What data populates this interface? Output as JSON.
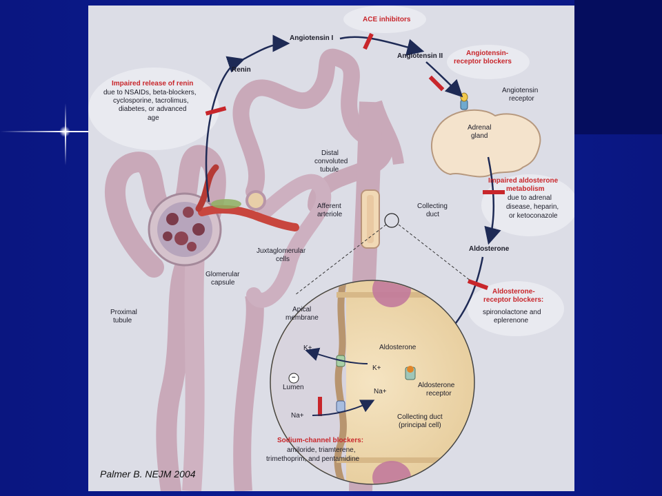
{
  "labels": {
    "ace_inhibitors": "ACE inhibitors",
    "angiotensin_i": "Angiotensin I",
    "angiotensin_ii": "Angiotensin II",
    "arb_line1": "Angiotensin-",
    "arb_line2": "receptor blockers",
    "renin": "Renin",
    "impaired_renin_title": "Impaired release of renin",
    "impaired_renin_line1": "due to NSAIDs, beta-blockers,",
    "impaired_renin_line2": "cyclosporine, tacrolimus,",
    "impaired_renin_line3": "diabetes, or advanced",
    "impaired_renin_line4": "age",
    "angiotensin_receptor_line1": "Angiotensin",
    "angiotensin_receptor_line2": "receptor",
    "adrenal_line1": "Adrenal",
    "adrenal_line2": "gland",
    "distal_line1": "Distal",
    "distal_line2": "convoluted",
    "distal_line3": "tubule",
    "impaired_aldo_line1": "Impaired aldosterone",
    "impaired_aldo_line2": "metabolism",
    "impaired_aldo_line3": "due to adrenal",
    "impaired_aldo_line4": "disease, heparin,",
    "impaired_aldo_line5": "or ketoconazole",
    "afferent_line1": "Afferent",
    "afferent_line2": "arteriole",
    "collecting_line1": "Collecting",
    "collecting_line2": "duct",
    "aldosterone": "Aldosterone",
    "jg_line1": "Juxtaglomerular",
    "jg_line2": "cells",
    "glom_line1": "Glomerular",
    "glom_line2": "capsule",
    "proximal_line1": "Proximal",
    "proximal_line2": "tubule",
    "mra_line1": "Aldosterone-",
    "mra_line2": "receptor blockers:",
    "mra_line3": "spironolactone and",
    "mra_line4": "eplerenone",
    "apical_line1": "Apical",
    "apical_line2": "membrane",
    "k_lumen": "K+",
    "k_cell": "K+",
    "aldosterone_inset": "Aldosterone",
    "lumen": "Lumen",
    "minus": "–",
    "na_cell": "Na+",
    "na_lumen": "Na+",
    "aldo_receptor_line1": "Aldosterone",
    "aldo_receptor_line2": "receptor",
    "principal_line1": "Collecting duct",
    "principal_line2": "(principal cell)",
    "enac_title": "Sodium-channel blockers:",
    "enac_line1": "amiloride, triamterene,",
    "enac_line2": "trimethoprim, and pentamidine"
  },
  "citation": "Palmer B. NEJM 2004",
  "colors": {
    "background": "#0b1a8c",
    "panel": "#dcdde6",
    "accent_red": "#c8262b",
    "arrow": "#1e2a55",
    "tubule": "#c9a9b9",
    "cell": "#f2ddb5"
  }
}
